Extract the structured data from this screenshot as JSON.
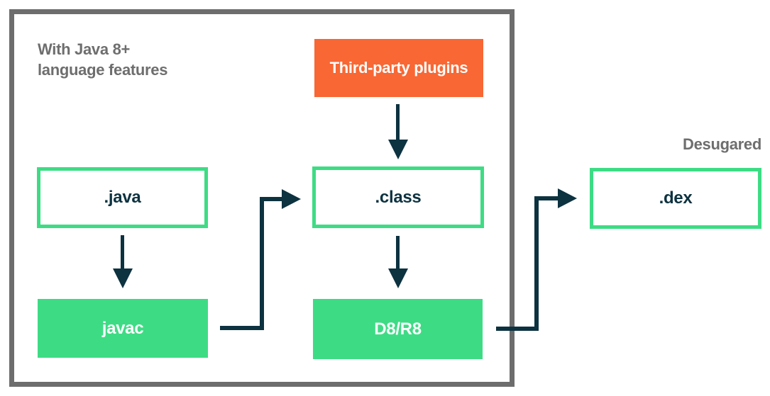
{
  "colors": {
    "green": "#3ddc84",
    "orange": "#f86734",
    "navy": "#0d3240",
    "frame_gray": "#6d6d6d",
    "text_gray": "#6e6e6e"
  },
  "diagram": {
    "heading": {
      "line1": "With Java 8+",
      "line2": "language features"
    },
    "desugared_label": "Desugared",
    "nodes": {
      "plugins": "Third-party plugins",
      "java": ".java",
      "javac": "javac",
      "class_file": ".class",
      "d8r8": "D8/R8",
      "dex": ".dex"
    }
  }
}
